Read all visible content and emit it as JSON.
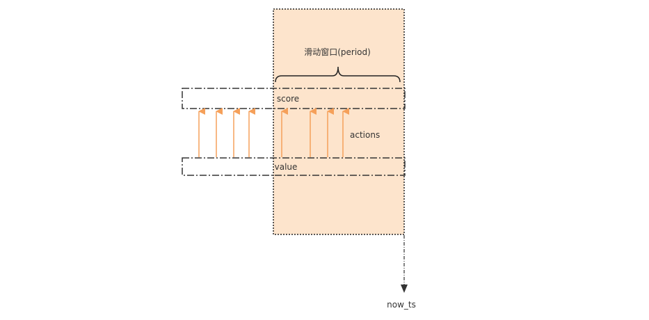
{
  "diagram": {
    "window_label": "滑动窗口(period)",
    "score_label": "score",
    "value_label": "value",
    "actions_label": "actions",
    "now_label": "now_ts"
  },
  "colors": {
    "window_fill": "#fde4cc",
    "arrow": "#f5a05a",
    "line": "#333333",
    "text": "#333333"
  }
}
